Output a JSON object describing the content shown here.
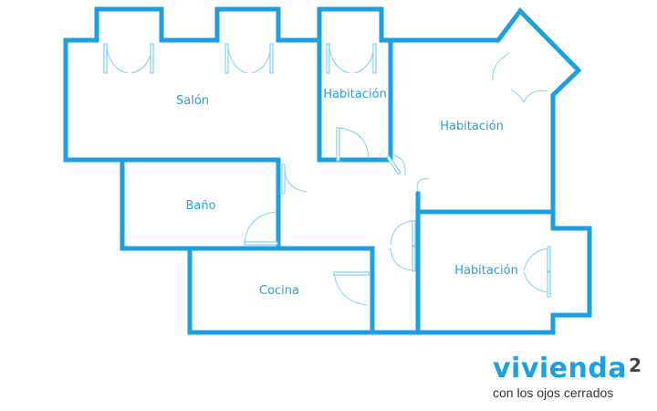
{
  "rooms": {
    "salon": "Salón",
    "habitacion_small": "Habitación",
    "habitacion_right": "Habitación",
    "bano": "Baño",
    "cocina": "Cocina",
    "habitacion_bottom": "Habitación"
  },
  "brand": {
    "name": "vivienda",
    "superscript": "2",
    "tagline": "con los ojos cerrados"
  },
  "colors": {
    "wall": "#1ba0e2",
    "door": "#7fd0f2",
    "label": "#2a9fd8"
  }
}
